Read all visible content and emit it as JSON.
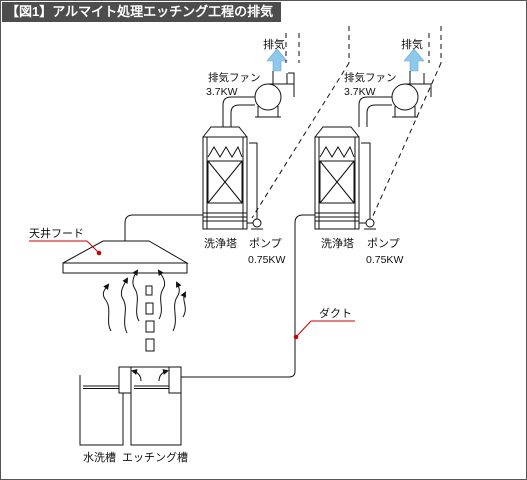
{
  "title": "【図1】アルマイト処理エッチング工程の排気",
  "labels": {
    "exhaust_left": "排気",
    "exhaust_right": "排気",
    "fan_left_name": "排気ファン",
    "fan_left_power": "3.7KW",
    "fan_right_name": "排気ファン",
    "fan_right_power": "3.7KW",
    "scrubber_left": "洗浄塔",
    "scrubber_right": "洗浄塔",
    "pump_left_name": "ポンプ",
    "pump_left_power": "0.75KW",
    "pump_right_name": "ポンプ",
    "pump_right_power": "0.75KW",
    "hood": "天井フード",
    "duct": "ダクト",
    "water_tank": "水洗槽",
    "etching_tank": "エッチング槽"
  },
  "colors": {
    "line": "#111111",
    "callout": "#cc0000",
    "exhaust_arrow": "#8ec8ea",
    "title_bg": "#4d4d4d"
  }
}
